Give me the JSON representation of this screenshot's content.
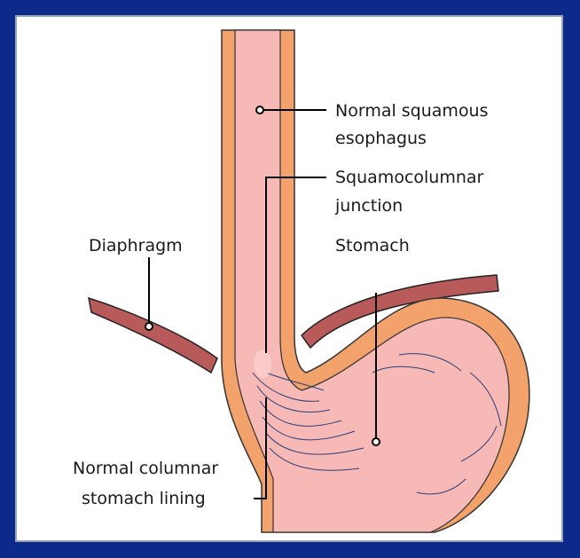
{
  "labels": {
    "esophagus_line1": "Normal squamous",
    "esophagus_line2": "esophagus",
    "junction_line1": "Squamocolumnar",
    "junction_line2": "junction",
    "diaphragm": "Diaphragm",
    "stomach": "Stomach",
    "lining_line1": "Normal columnar",
    "lining_line2": "stomach lining"
  },
  "colors": {
    "background_border": "#0b2a8a",
    "tissue_outer": "#f4a26b",
    "tissue_inner": "#f7b9b5",
    "diaphragm": "#b85a5a",
    "leader_line": "#000000"
  }
}
